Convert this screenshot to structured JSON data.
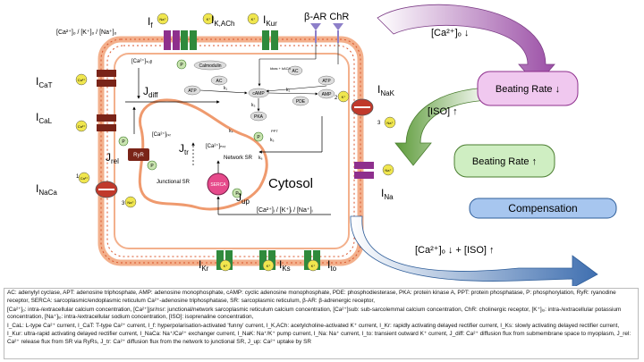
{
  "extracellular_label": "[Ca²⁺]ₒ / [K⁺]ₒ / [Na⁺]ₒ",
  "intracellular_label": "[Ca²⁺]ᵢ / [K⁺]ᵢ / [Na⁺]ᵢ",
  "receptor_label": "β-AR ChR",
  "cytosol_label": "Cytosol",
  "currents": {
    "I_f": "I",
    "I_f_sub": "f",
    "I_KACh": "I",
    "I_KACh_sub": "K,ACh",
    "I_Kur": "I",
    "I_Kur_sub": "Kur",
    "I_CaT": "I",
    "I_CaT_sub": "CaT",
    "I_CaL": "I",
    "I_CaL_sub": "CaL",
    "I_NaCa": "I",
    "I_NaCa_sub": "NaCa",
    "I_NaK": "I",
    "I_NaK_sub": "NaK",
    "I_Na": "I",
    "I_Na_sub": "Na",
    "I_Kr": "I",
    "I_Kr_sub": "Kr",
    "I_Ks": "I",
    "I_Ks_sub": "Ks",
    "I_to": "I",
    "I_to_sub": "to"
  },
  "fluxes": {
    "J_diff": "J",
    "J_diff_sub": "diff",
    "J_rel": "J",
    "J_rel_sub": "rel",
    "J_tr": "J",
    "J_tr_sub": "tr",
    "J_up": "J",
    "J_up_sub": "up"
  },
  "ion_labels": {
    "na": "Na⁺",
    "k": "K⁺",
    "ca": "Ca²⁺",
    "ratio_3": "3",
    "ratio_2": "2",
    "ratio_1": "1"
  },
  "compartments": {
    "ca_sub": "[Ca²⁺]ₛᵤᵦ",
    "ca_jsr": "[Ca²⁺]ⱼₛᵣ",
    "ca_nsr": "[Ca²⁺]ₙₛᵣ",
    "junctional_sr": "Junctional SR",
    "network_sr": "Network SR"
  },
  "signaling": {
    "camodulin": "Calmodulin",
    "ac": "AC",
    "atp": "ATP",
    "camp": "cAMP",
    "pka": "PKA",
    "amp": "AMP",
    "pde": "PDE",
    "ppt": "PPT",
    "ryr": "RyR",
    "serca": "SERCA",
    "p": "P",
    "k1": "k₁",
    "k2": "k₂",
    "k3": "k₃",
    "k4": "k₄",
    "k5": "k₅",
    "k6": "k₆",
    "kbas_kach": "kbas + kACh"
  },
  "boxes": {
    "beating_down": "Beating Rate ↓",
    "beating_up": "Beating Rate ↑",
    "compensation": "Compensation"
  },
  "arrow_labels": {
    "ca_down": "[Ca²⁺]ₒ ↓",
    "iso_up": "[ISO] ↑",
    "both": "[Ca²⁺]ₒ ↓ + [ISO] ↑"
  },
  "glossary": [
    "AC: adenylyl cyclase, APT: adenosine triphosphate, AMP: adenosine monophosphate, cAMP: cyclic adenosine monophosphate, PDE: phosphodiesterase, PKA: protein kinase A, PPT: protein phosphatase, P: phosphorylation, RyR: ryanodine receptor, SERCA: sarcoplasmic/endoplasmic reticulum Ca²⁺-adenosine triphosphatase, SR: sarcoplasmic reticulum, β-AR: β-adrenergic receptor,",
    "[Ca²⁺]ₒ: intra-/extracellular calcium concentration, [Ca²⁺]jsr/nsr: junctional/network sarcoplasmic reticulum calcium concentration, [Ca²⁺]sub: sub-sarcolemmal calcium concentration, ChR: cholinergic receptor, [K⁺]ᵢₒ: intra-/extracellular potassium concentration, [Na⁺]ᵢₒ: intra-/extracellular sodium concentration, [ISO]: isoprenaline concentration,",
    "I_CaL: L-type Ca²⁺ current, I_CaT: T-type Ca²⁺ current, I_f: hyperpolarisation-activated 'funny' current, I_K,ACh: acetylcholine-activated K⁺ current, I_Kr: rapidly activating delayed rectifier current, I_Ks: slowly activating delayed rectifier current, I_Kur: ultra-rapid activating delayed rectifier current, I_NaCa: Na⁺/Ca²⁺ exchanger current, I_NaK: Na⁺/K⁺ pump current, I_Na: Na⁺ current, I_to: transient outward K⁺ current, J_diff: Ca²⁺ diffusion flux from submembrane space to myoplasm, J_rel: Ca²⁺ release flux from SR via RyRs, J_tr: Ca²⁺ diffusion flux from the network to junctional SR, J_up: Ca²⁺ uptake by SR"
  ]
}
